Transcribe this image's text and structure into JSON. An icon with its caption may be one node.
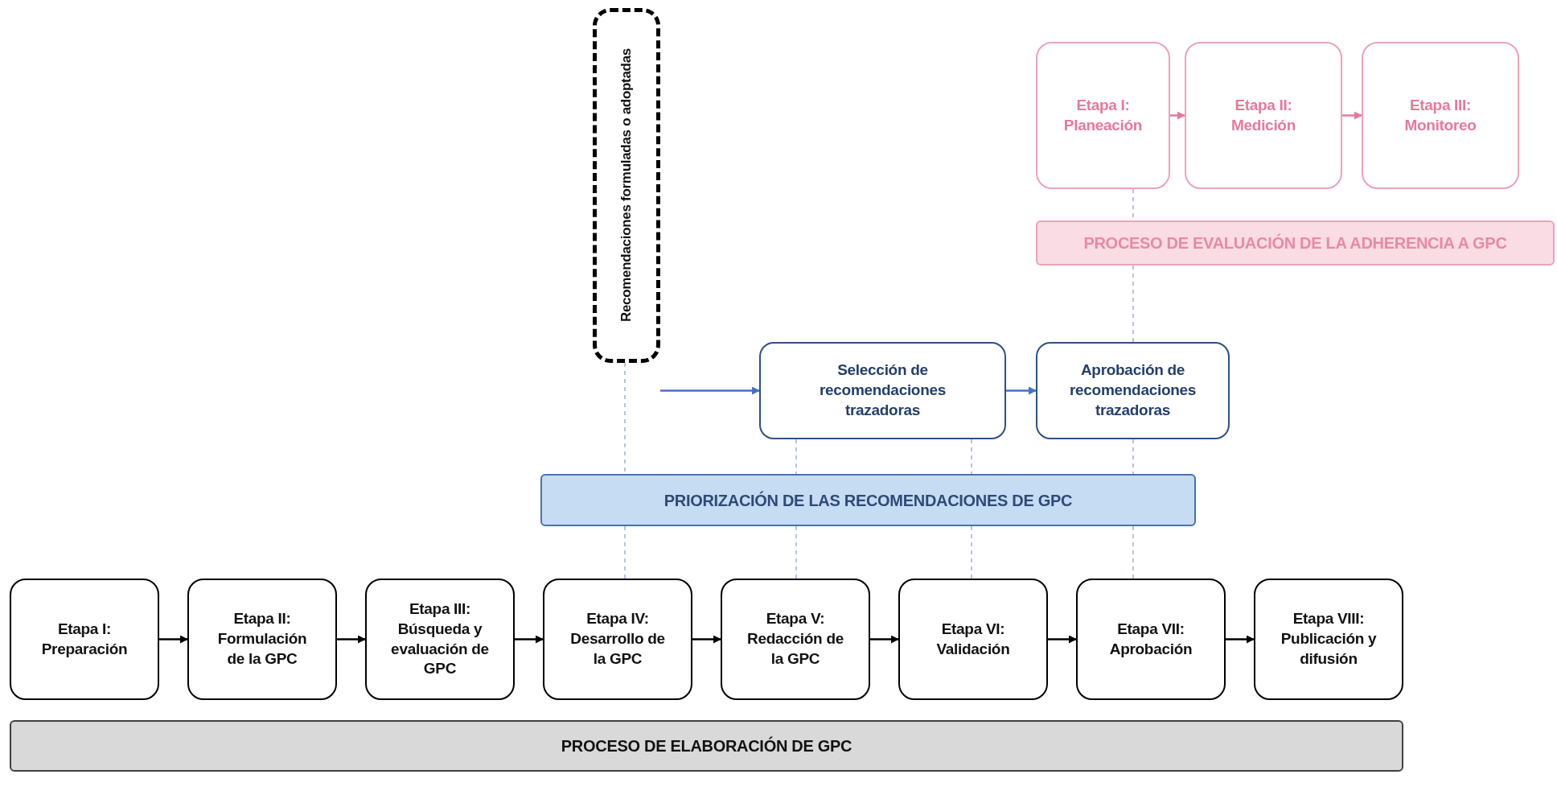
{
  "diagram": {
    "nodes": [
      {
        "text": [
          "Recomendaciones formuladas o adoptadas"
        ]
      },
      {
        "text": [
          "Etapa I: Planeación"
        ]
      },
      {
        "text": [
          "Etapa II: Medición"
        ]
      },
      {
        "text": [
          "Etapa III: Monitoreo"
        ]
      },
      {
        "text": [
          "PROCESO DE EVALUACIÓN DE LA ADHERENCIA A GPC"
        ]
      },
      {
        "text": [
          "Selección de recomendaciones trazadoras"
        ]
      },
      {
        "text": [
          "Aprobación de recomendaciones trazadoras"
        ]
      },
      {
        "text": [
          "PRIORIZACIÓN DE LAS RECOMENDACIONES DE GPC"
        ]
      },
      {
        "text": [
          "Etapa I: Preparación"
        ]
      },
      {
        "text": [
          "Etapa II: Formulación de la GPC"
        ]
      },
      {
        "text": [
          "Etapa III: Búsqueda y evaluación de GPC"
        ]
      },
      {
        "text": [
          "Etapa IV: Desarrollo de la GPC"
        ]
      },
      {
        "text": [
          "Etapa V: Redacción de la GPC"
        ]
      },
      {
        "text": [
          "Etapa VI: Validación"
        ]
      },
      {
        "text": [
          "Etapa VII: Aprobación"
        ]
      },
      {
        "text": [
          "Etapa VIII: Publicación y difusión"
        ]
      },
      {
        "text": [
          "PROCESO DE ELABORACIÓN DE GPC"
        ]
      }
    ],
    "edges": [
      {
        "from": 8,
        "to": 9,
        "arrow": "to",
        "color": "#000000"
      },
      {
        "from": 9,
        "to": 10,
        "arrow": "to",
        "color": "#000000"
      },
      {
        "from": 10,
        "to": 11,
        "arrow": "to",
        "color": "#000000"
      },
      {
        "from": 11,
        "to": 12,
        "arrow": "to",
        "color": "#000000"
      },
      {
        "from": 12,
        "to": 13,
        "arrow": "to",
        "color": "#000000"
      },
      {
        "from": 13,
        "to": 14,
        "arrow": "to",
        "color": "#000000"
      },
      {
        "from": 14,
        "to": 15,
        "arrow": "to",
        "color": "#000000"
      },
      {
        "from": 0,
        "to": 5,
        "arrow": "to",
        "color": "#4472c4"
      },
      {
        "from": 5,
        "to": 6,
        "arrow": "to",
        "color": "#4472c4"
      },
      {
        "from": 1,
        "to": 2,
        "arrow": "to",
        "color": "#e57a9b"
      },
      {
        "from": 2,
        "to": 3,
        "arrow": "to",
        "color": "#e57a9b"
      },
      {
        "from": 0,
        "to": 7,
        "arrow": "none",
        "style": "dashed",
        "color": "#8ea6cc"
      },
      {
        "from": 7,
        "to": 11,
        "arrow": "none",
        "style": "dashed",
        "color": "#8ea6cc"
      },
      {
        "from": 5,
        "to": 7,
        "arrow": "none",
        "style": "dashed",
        "color": "#8ea6cc"
      },
      {
        "from": 7,
        "to": 12,
        "arrow": "none",
        "style": "dashed",
        "color": "#8ea6cc"
      },
      {
        "from": 5,
        "to": 7,
        "arrow": "none",
        "style": "dashed",
        "color": "#8ea6cc"
      },
      {
        "from": 7,
        "to": 13,
        "arrow": "none",
        "style": "dashed",
        "color": "#8ea6cc"
      },
      {
        "from": 6,
        "to": 7,
        "arrow": "none",
        "style": "dashed",
        "color": "#8ea6cc"
      },
      {
        "from": 7,
        "to": 14,
        "arrow": "none",
        "style": "dashed",
        "color": "#8ea6cc"
      },
      {
        "from": 1,
        "to": 4,
        "arrow": "none",
        "style": "dashed",
        "color": "#8ea6cc"
      },
      {
        "from": 4,
        "to": 6,
        "arrow": "none",
        "style": "dashed",
        "color": "#8ea6cc"
      }
    ]
  }
}
